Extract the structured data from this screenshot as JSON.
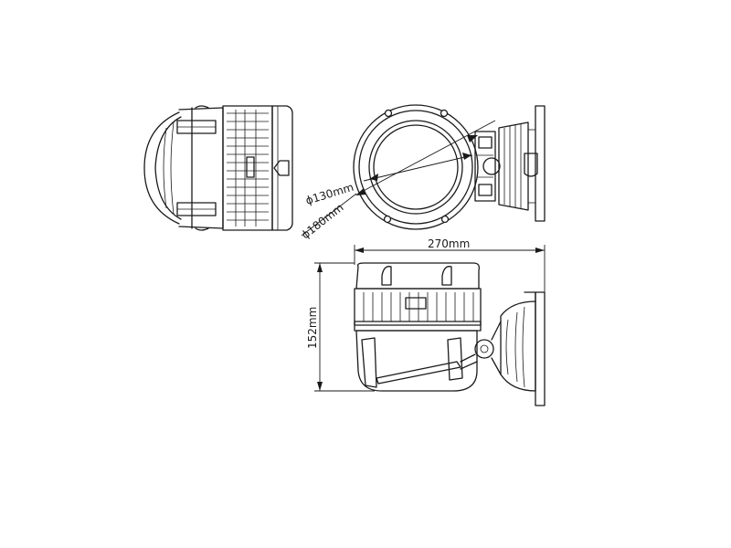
{
  "dimensions": {
    "inner_diameter": "ϕ130mm",
    "outer_diameter": "ϕ180mm",
    "total_length": "270mm",
    "height": "152mm"
  },
  "colors": {
    "line": "#1a1a1a",
    "background": "#ffffff"
  }
}
